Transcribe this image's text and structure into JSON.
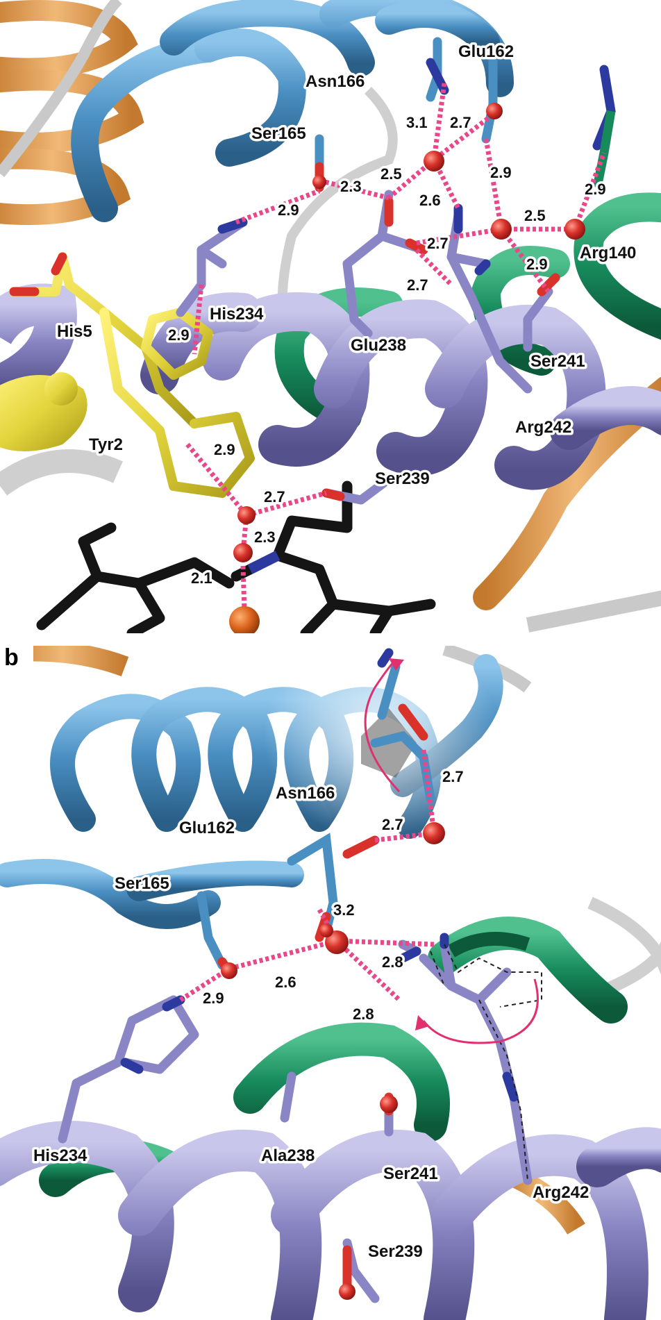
{
  "colors": {
    "helix_blue": "#4a8fc2",
    "helix_lavender": "#8884c2",
    "helix_green": "#178a5c",
    "helix_orange": "#e6a45a",
    "helix_yellow": "#e2d43c",
    "heme_black": "#151515",
    "hbond_pink": "#e8488a",
    "water_red": "#d8322a",
    "iron_orange": "#d9631c",
    "nitrogen_blue": "#2c3aa0"
  },
  "panel_a": {
    "residues": [
      "Glu162",
      "Asn166",
      "Ser165",
      "His234",
      "His5",
      "Glu238",
      "Arg140",
      "Ser241",
      "Arg242",
      "Tyr2",
      "Ser239"
    ],
    "distances": [
      "3.1",
      "2.7",
      "2.5",
      "2.3",
      "2.9",
      "2.6",
      "2.9",
      "2.5",
      "2.9",
      "2.7",
      "2.9",
      "2.7",
      "2.9",
      "2.9",
      "2.7",
      "2.3",
      "2.1"
    ]
  },
  "panel_b": {
    "tag": "b",
    "residues": [
      "Asn166",
      "Glu162",
      "Ser165",
      "His234",
      "Ala238",
      "Ser241",
      "Arg242",
      "Ser239"
    ],
    "distances": [
      "2.7",
      "2.7",
      "3.2",
      "2.8",
      "2.9",
      "2.6",
      "2.8"
    ]
  }
}
